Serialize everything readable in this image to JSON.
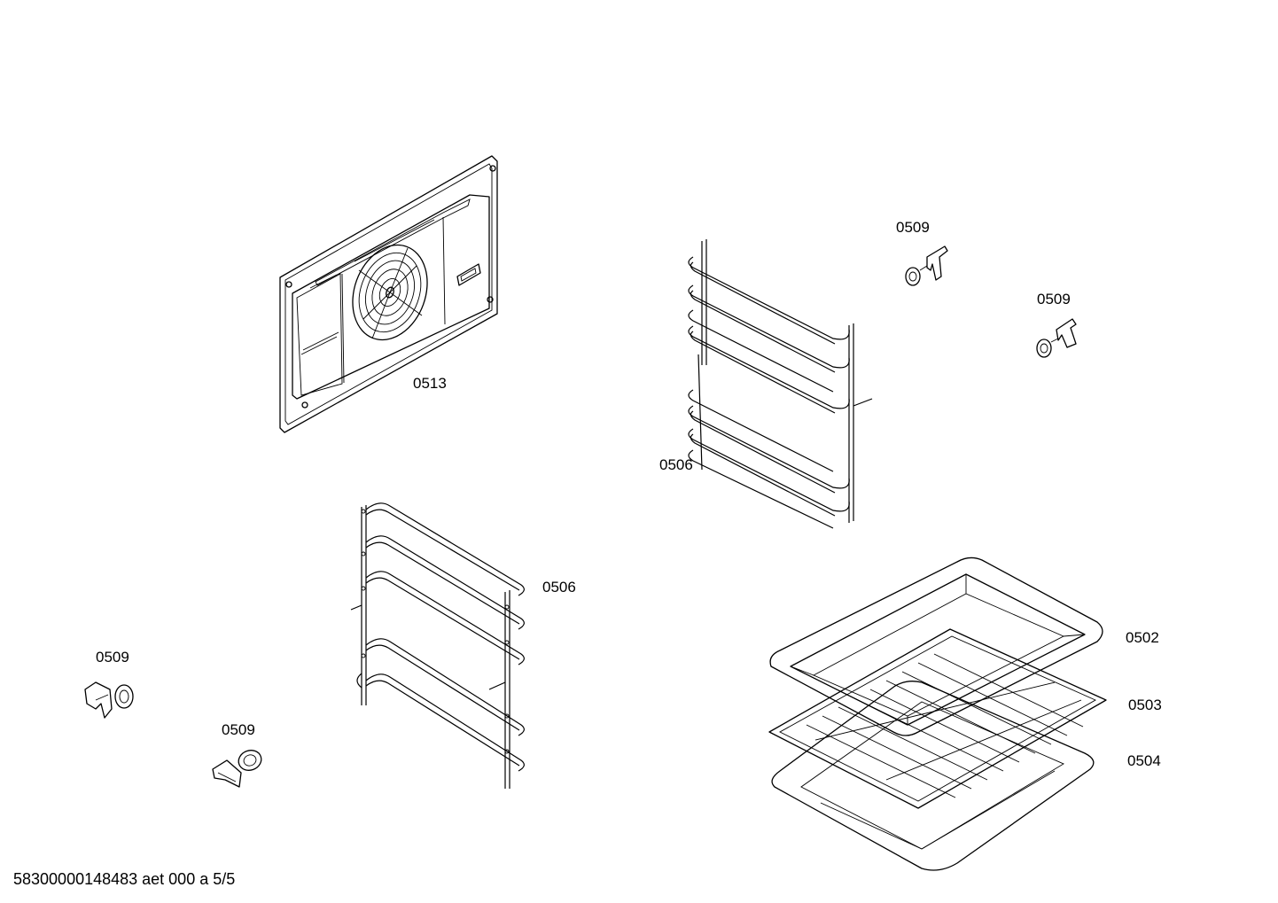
{
  "parts": [
    {
      "id": "fan-cover",
      "label": "0513"
    },
    {
      "id": "shelf-support-right",
      "label": "0506"
    },
    {
      "id": "shelf-support-left",
      "label": "0506"
    },
    {
      "id": "clip-top-1",
      "label": "0509"
    },
    {
      "id": "clip-top-2",
      "label": "0509"
    },
    {
      "id": "clip-bottom-1",
      "label": "0509"
    },
    {
      "id": "clip-bottom-2",
      "label": "0509"
    },
    {
      "id": "baking-tray",
      "label": "0502"
    },
    {
      "id": "wire-rack",
      "label": "0503"
    },
    {
      "id": "deep-pan",
      "label": "0504"
    }
  ],
  "footer": {
    "doc_code": "58300000148483 aet 000 a 5/5"
  }
}
